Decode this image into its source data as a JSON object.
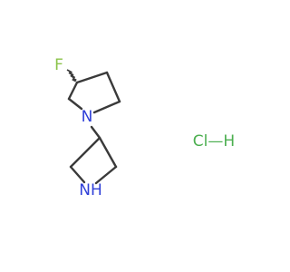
{
  "molecule": {
    "atoms": {
      "fluorine": {
        "symbol": "F",
        "color": "#8bc34a"
      },
      "pyrrolidine_nitrogen": {
        "symbol": "N",
        "color": "#2f3fd8"
      },
      "azetidine_nh": {
        "symbol": "NH",
        "color": "#2f3fd8"
      }
    },
    "salt": {
      "text": "Cl—H",
      "color": "#4caf50"
    },
    "bond_color": "#3a3a3a"
  }
}
